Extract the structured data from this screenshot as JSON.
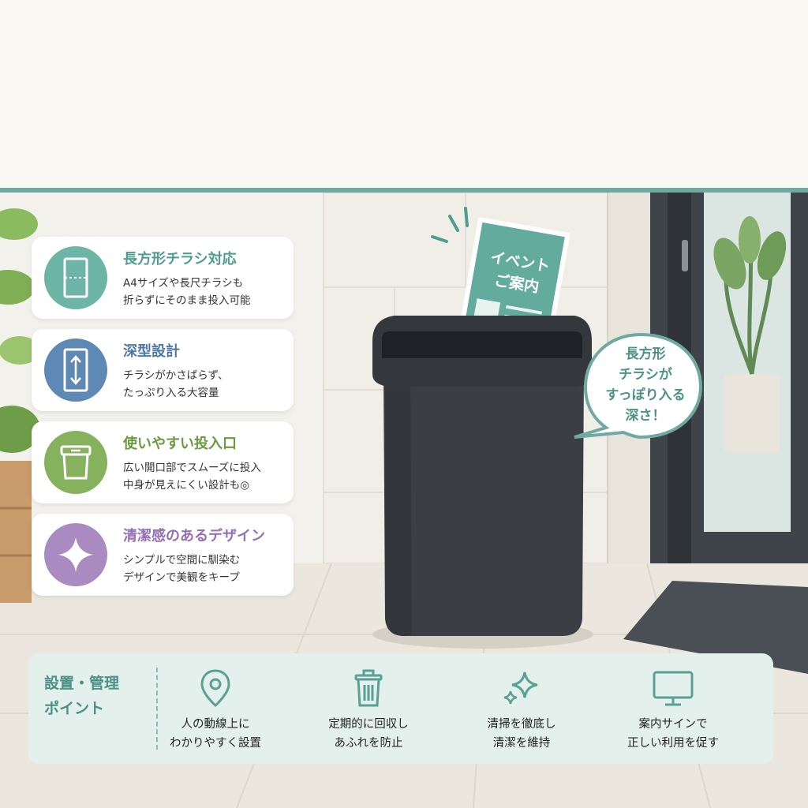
{
  "features": [
    {
      "title": "長方形チラシ対応",
      "lines": [
        "A4サイズや長尺チラシも",
        "折らずにそのまま投入可能"
      ],
      "icon": "flyer-sheet-icon",
      "color": "#6cb5a7",
      "title_color": "#4e9e8f"
    },
    {
      "title": "深型設計",
      "lines": [
        "チラシがかさばらず、",
        "たっぷり入る大容量"
      ],
      "icon": "depth-arrow-icon",
      "color": "#5f89b5",
      "title_color": "#4c78a8"
    },
    {
      "title": "使いやすい投入口",
      "lines": [
        "広い開口部でスムーズに投入",
        "中身が見えにくい設計も◎"
      ],
      "icon": "bin-opening-icon",
      "color": "#86b25e",
      "title_color": "#6a9c3e"
    },
    {
      "title": "清潔感のあるデザイン",
      "lines": [
        "シンプルで空間に馴染む",
        "デザインで美観をキープ"
      ],
      "icon": "sparkle-icon",
      "color": "#a98bc2",
      "title_color": "#9470b6"
    }
  ],
  "flyer": {
    "lines": [
      "イベント",
      "ご案内"
    ]
  },
  "bubble": {
    "lines": [
      "長方形",
      "チラシが",
      "すっぽり入る",
      "深さ！"
    ]
  },
  "points": {
    "title_lines": [
      "設置・管理",
      "ポイント"
    ],
    "items": [
      {
        "icon": "location-pin-icon",
        "lines": [
          "人の動線上に",
          "わかりやすく設置"
        ]
      },
      {
        "icon": "trash-bin-icon",
        "lines": [
          "定期的に回収し",
          "あふれを防止"
        ]
      },
      {
        "icon": "sparkle-icon",
        "lines": [
          "清掃を徹底し",
          "清潔を維持"
        ]
      },
      {
        "icon": "monitor-sign-icon",
        "lines": [
          "案内サインで",
          "正しい利用を促す"
        ]
      }
    ]
  },
  "colors": {
    "accent": "#6fa9a0",
    "bin": "#3b3f45",
    "flyer": "#62ab9d"
  }
}
